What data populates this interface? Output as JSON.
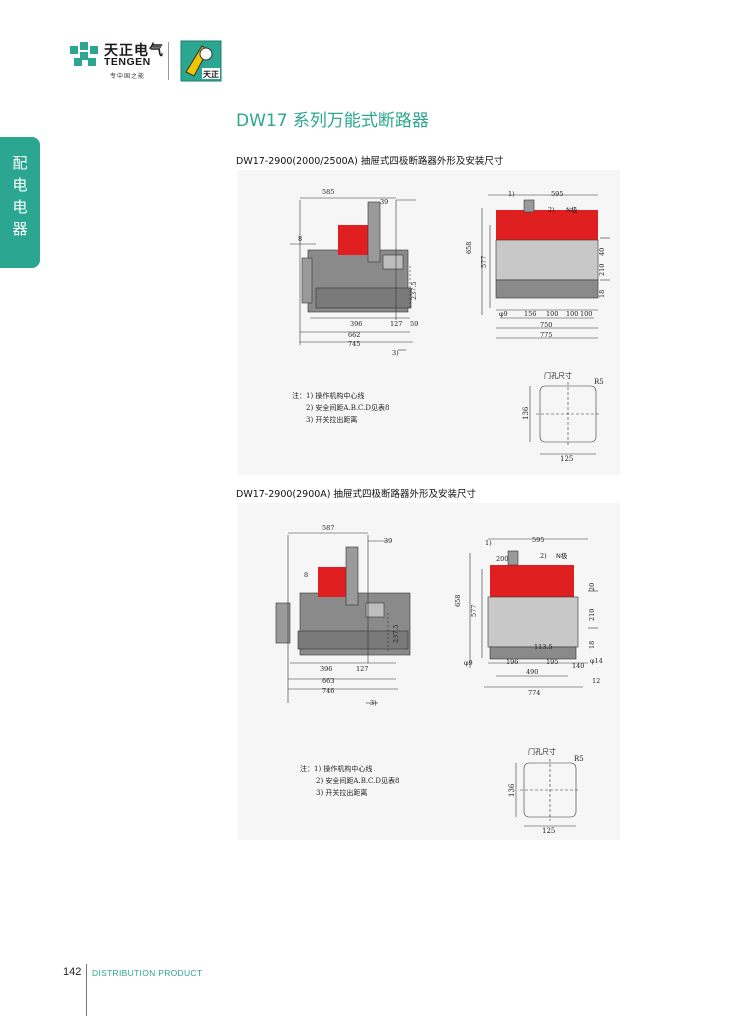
{
  "header": {
    "brand_cn": "天正电气",
    "brand_en": "TENGEN",
    "slogan": "专中国之能",
    "badge_text": "天正"
  },
  "side_tab": {
    "chars": [
      "配",
      "电",
      "电",
      "器"
    ]
  },
  "page_title": "DW17 系列万能式断路器",
  "sections": [
    {
      "title": "DW17-2900(2000/2500A) 抽屉式四极断路器外形及安装尺寸",
      "side_dims": {
        "top": "585",
        "right_top": "39",
        "left": "8",
        "d396": "396",
        "d127": "127",
        "d59": "59",
        "d662": "662",
        "d745": "745",
        "note3": "3)",
        "v237": "237.5"
      },
      "front_dims": {
        "n1": "1)",
        "n2": "2)",
        "npole": "N极",
        "top": "595",
        "h658": "658",
        "h577": "577",
        "r40": "40",
        "r210": "210",
        "r18": "18",
        "phi": "φ9",
        "d156": "156",
        "d100a": "100",
        "d100b": "100",
        "d100c": "100",
        "d750": "750",
        "d775": "775"
      },
      "notes": [
        "注：1) 操作机构中心线",
        "2) 安全间距A.B.C.D见表8",
        "3) 开关拉出距离"
      ],
      "door": {
        "label": "门孔尺寸",
        "radius": "R5",
        "height": "136",
        "width": "125"
      }
    },
    {
      "title": "DW17-2900(2900A) 抽屉式四极断路器外形及安装尺寸",
      "side_dims": {
        "top": "587",
        "right_top": "39",
        "left": "8",
        "d396": "396",
        "d127": "127",
        "d663": "663",
        "d746": "746",
        "note3": "3)",
        "v237": "237.5"
      },
      "front_dims": {
        "n1": "1)",
        "n2": "2)",
        "npole": "N极",
        "top": "595",
        "d200": "200",
        "h658": "658",
        "h577": "577",
        "r20": "20",
        "r210": "210",
        "r18": "18",
        "phi9": "φ9",
        "phi14": "φ14",
        "d196": "196",
        "d195": "195",
        "d140": "140",
        "d490": "490",
        "d774": "774",
        "d12": "12",
        "d113": "113.5"
      },
      "notes": [
        "注：1) 操作机构中心线",
        "2) 安全间距A.B.C.D见表8",
        "3) 开关拉出距离"
      ],
      "door": {
        "label": "门孔尺寸",
        "radius": "R5",
        "height": "136",
        "width": "125"
      }
    }
  ],
  "footer": {
    "page_number": "142",
    "section": "DISTRIBUTION PRODUCT"
  },
  "colors": {
    "accent": "#2aa691",
    "red": "#e02020",
    "gray": "#6e6e6e"
  }
}
